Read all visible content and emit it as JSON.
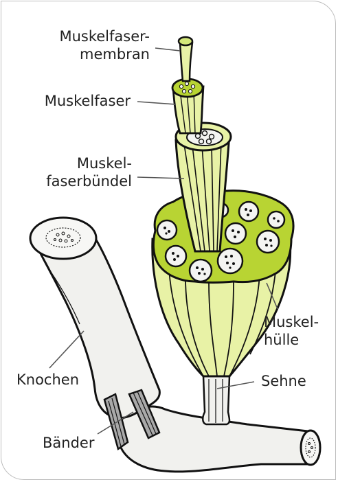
{
  "labels": {
    "muskelfasermembran_1": "Muskelfaser-",
    "muskelfasermembran_2": "membran",
    "muskelfaser": "Muskelfaser",
    "faserbuendel_1": "Muskel-",
    "faserbuendel_2": "faserbündel",
    "knochen": "Knochen",
    "baender": "Bänder",
    "muskelhuelle_1": "Muskel-",
    "muskelhuelle_2": "hülle",
    "sehne": "Sehne"
  },
  "colors": {
    "light_green": "#e8f2a6",
    "mid_green": "#d4e87a",
    "dark_green": "#b8d433",
    "bone": "#f1f1ee",
    "ligament": "#a9a9a9",
    "outline": "#111111",
    "leader": "#555555"
  }
}
